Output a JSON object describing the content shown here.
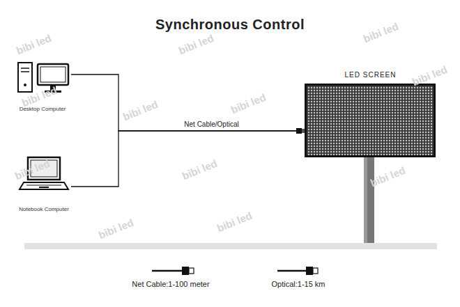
{
  "diagram": {
    "title": "Synchronous Control",
    "nodes": [
      {
        "text": [
          "Desktop Computer"
        ]
      },
      {
        "text": [
          "Notebook Computer"
        ]
      },
      {
        "text": [
          "LED SCREEN"
        ]
      }
    ],
    "edges": [
      {
        "from": 0,
        "to": 2,
        "arrow": "none",
        "label": "Net Cable/Optical"
      },
      {
        "from": 1,
        "to": 2,
        "arrow": "none"
      }
    ],
    "labels": [
      "Net Cable:1-100 meter",
      "Optical:1-15 km",
      "bibi led",
      "bibi led",
      "bibi led",
      "bibi led",
      "bibi led",
      "bibi led",
      "bibi led",
      "bibi led",
      "bibi led",
      "bibi led",
      "bibi led",
      "bibi led"
    ]
  }
}
